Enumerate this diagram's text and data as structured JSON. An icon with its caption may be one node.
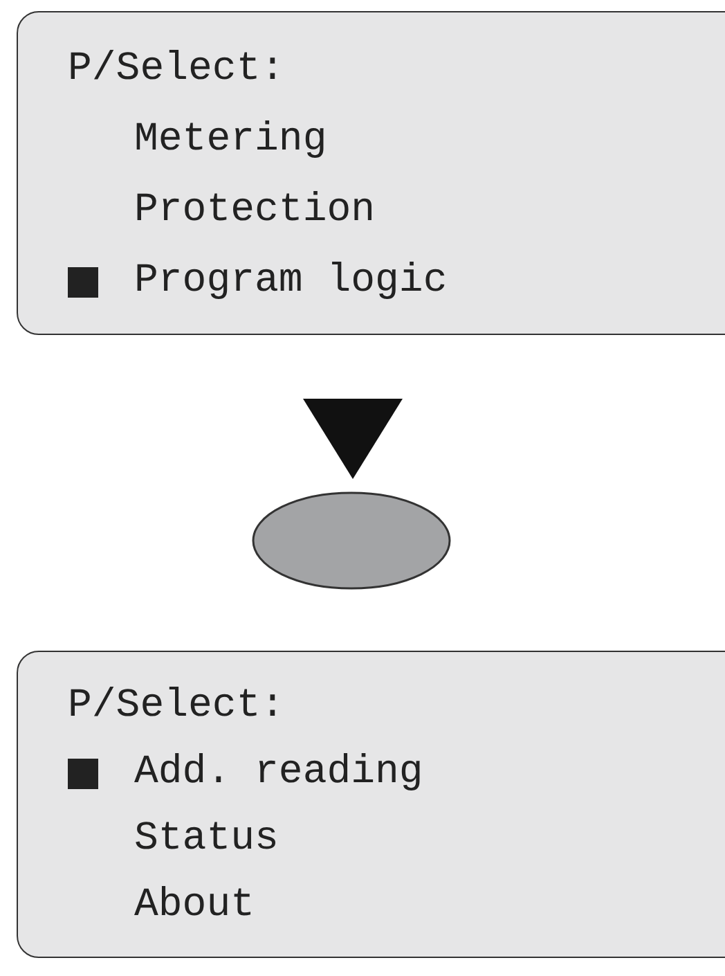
{
  "diagram": {
    "nodes": [
      {
        "text": [
          "P/Select:",
          "Metering",
          "Protection",
          "Program logic"
        ]
      },
      {
        "text": [],
        "shape": "oval"
      },
      {
        "text": [
          "P/Select:",
          "Add. reading",
          "Status",
          "About"
        ]
      }
    ]
  }
}
